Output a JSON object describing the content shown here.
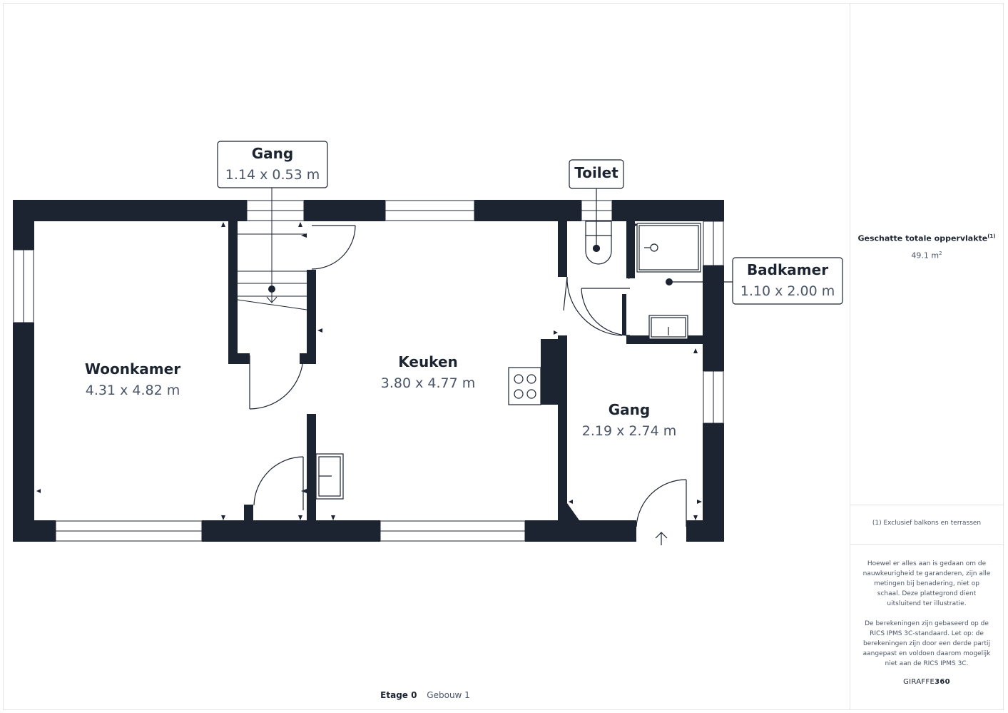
{
  "rooms": [
    {
      "name": "Woonkamer",
      "size": "4.31 x 4.82 m"
    },
    {
      "name": "Keuken",
      "size": "3.80 x 4.77 m"
    },
    {
      "name": "Gang",
      "size": "2.19 x 2.74 m"
    }
  ],
  "callouts": {
    "gang_stairs": {
      "name": "Gang",
      "size": "1.14 x 0.53 m"
    },
    "toilet": {
      "name": "Toilet"
    },
    "badkamer": {
      "name": "Badkamer",
      "size": "1.10 x 2.00 m"
    }
  },
  "sidebar": {
    "total_area_label": "Geschatte totale oppervlakte",
    "total_area_footnote_ref": "(1)",
    "total_area_value": "49.1 m",
    "total_area_unit_sup": "2",
    "footnote": "(1) Exclusief balkons en terrassen",
    "disclaimer_1": "Hoewel er alles aan is gedaan om de nauwkeurigheid te garanderen, zijn alle metingen bij benadering, niet op schaal. Deze plattegrond dient uitsluitend ter illustratie.",
    "disclaimer_2": "De berekeningen zijn gebaseerd op de RICS IPMS 3C-standaard. Let op: de berekeningen zijn door een derde partij aangepast en voldoen daarom mogelijk niet aan de RICS IPMS 3C.",
    "brand_prefix": "GIRAFFE",
    "brand_suffix": "360"
  },
  "footer": {
    "floor": "Etage 0",
    "building": "Gebouw 1"
  },
  "colors": {
    "wall": "#1c2331",
    "text_primary": "#1c2331",
    "text_secondary": "#4b5568",
    "border": "#e2e4e8"
  },
  "icons": [
    "stairs-icon",
    "toilet-icon",
    "shower-icon",
    "sink-icon",
    "stove-icon",
    "entrance-arrow-icon"
  ]
}
